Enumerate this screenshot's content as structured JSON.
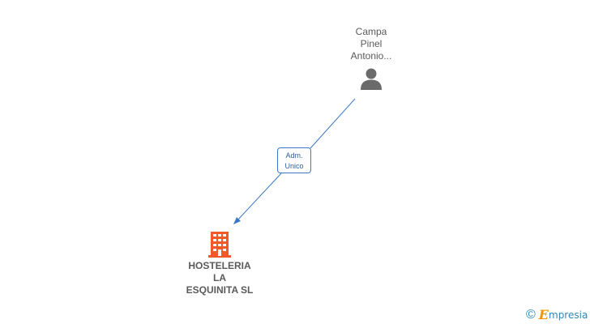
{
  "nodes": {
    "person": {
      "name_line1": "Campa",
      "name_line2": "Pinel",
      "name_line3": "Antonio...",
      "icon": "person-icon"
    },
    "company": {
      "name_line1": "HOSTELERIA",
      "name_line2": "LA",
      "name_line3": "ESQUINITA SL",
      "icon": "building-icon"
    }
  },
  "edge": {
    "role_line1": "Adm.",
    "role_line2": "Unico"
  },
  "branding": {
    "copyright_symbol": "©",
    "brand_initial": "E",
    "brand_rest": "mpresia"
  },
  "colors": {
    "edge": "#3c78c3",
    "person_icon": "#6b6b6b",
    "company_icon": "#f05a28",
    "brand_orange": "#f29400",
    "brand_blue": "#2f85b8"
  }
}
